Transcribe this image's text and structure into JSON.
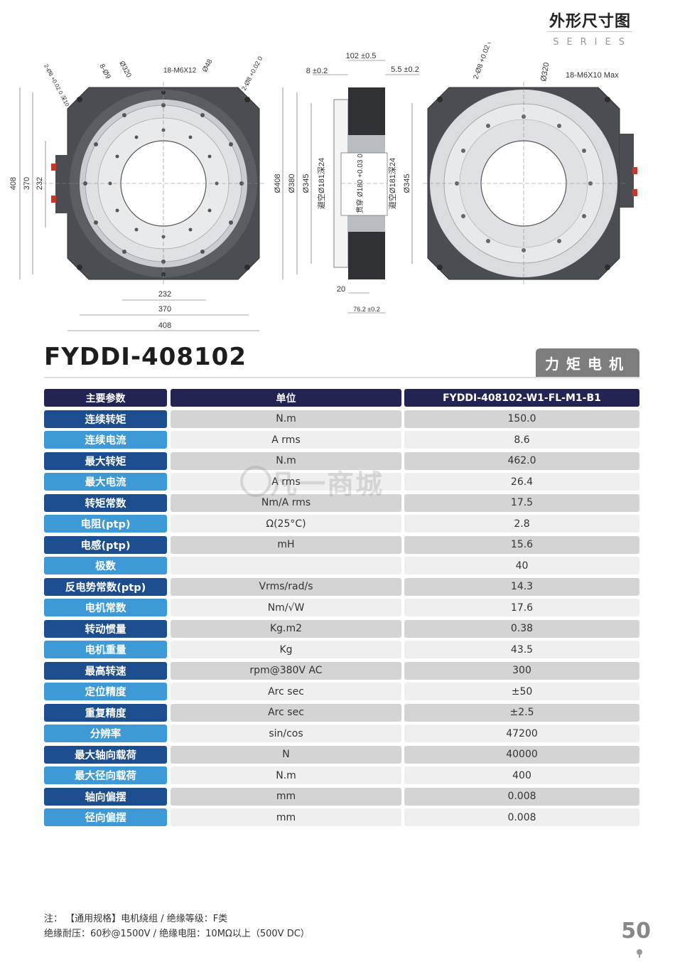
{
  "header": {
    "title": "外形尺寸图",
    "series": "SERIES"
  },
  "drawing": {
    "front": {
      "dims_bottom": [
        "232",
        "370",
        "408"
      ],
      "dims_left": [
        "408",
        "370",
        "232"
      ],
      "callouts": [
        "2-Ø8 +0.02 0 深10",
        "8-Ø9",
        "Ø320",
        "18-M6X12",
        "Ø48",
        "2-Ø8 +0.02 0"
      ]
    },
    "side": {
      "top_dims": [
        "102 ±0.5",
        "8 ±0.2",
        "5.5 ±0.2"
      ],
      "left_dims": [
        "Ø408",
        "Ø380",
        "Ø345",
        "避空Ø181深24"
      ],
      "center_dims": [
        "贯穿 Ø180 +0.03 0"
      ],
      "right_dims": [
        "避空Ø181深24",
        "Ø345"
      ],
      "bottom_dims": [
        "20",
        "76.2 ±0.2"
      ]
    },
    "back": {
      "callouts": [
        "2-Ø8 +0.02 0",
        "Ø320",
        "18-M6X10 Max"
      ]
    }
  },
  "model": {
    "name": "FYDDI-408102",
    "category": "力矩电机"
  },
  "table": {
    "headers": [
      "主要参数",
      "单位",
      "FYDDI-408102-W1-FL-M1-B1"
    ],
    "rows": [
      {
        "param": "连续转矩",
        "unit": "N.m",
        "value": "150.0"
      },
      {
        "param": "连续电流",
        "unit": "A rms",
        "value": "8.6"
      },
      {
        "param": "最大转矩",
        "unit": "N.m",
        "value": "462.0"
      },
      {
        "param": "最大电流",
        "unit": "A rms",
        "value": "26.4"
      },
      {
        "param": "转矩常数",
        "unit": "Nm/A rms",
        "value": "17.5"
      },
      {
        "param": "电阻(ptp)",
        "unit": "Ω(25°C)",
        "value": "2.8"
      },
      {
        "param": "电感(ptp)",
        "unit": "mH",
        "value": "15.6"
      },
      {
        "param": "极数",
        "unit": "",
        "value": "40"
      },
      {
        "param": "反电势常数(ptp)",
        "unit": "Vrms/rad/s",
        "value": "14.3"
      },
      {
        "param": "电机常数",
        "unit": "Nm/√W",
        "value": "17.6"
      },
      {
        "param": "转动惯量",
        "unit": "Kg.m2",
        "value": "0.38"
      },
      {
        "param": "电机重量",
        "unit": "Kg",
        "value": "43.5"
      },
      {
        "param": "最高转速",
        "unit": "rpm@380V AC",
        "value": "300"
      },
      {
        "param": "定位精度",
        "unit": "Arc sec",
        "value": "±50"
      },
      {
        "param": "重复精度",
        "unit": "Arc sec",
        "value": "±2.5"
      },
      {
        "param": "分辨率",
        "unit": "sin/cos",
        "value": "47200"
      },
      {
        "param": "最大轴向载荷",
        "unit": "N",
        "value": "40000"
      },
      {
        "param": "最大径向载荷",
        "unit": "N.m",
        "value": "400"
      },
      {
        "param": "轴向偏摆",
        "unit": "mm",
        "value": "0.008"
      },
      {
        "param": "径向偏摆",
        "unit": "mm",
        "value": "0.008"
      }
    ]
  },
  "watermark": "凡一商城",
  "notes": {
    "line1": "注：  【通用规格】电机绕组    /    绝缘等级：F类",
    "line2": "绝缘耐压：60秒@1500V    /    绝缘电阻：10MΩ以上（500V DC）"
  },
  "page_number": "50"
}
